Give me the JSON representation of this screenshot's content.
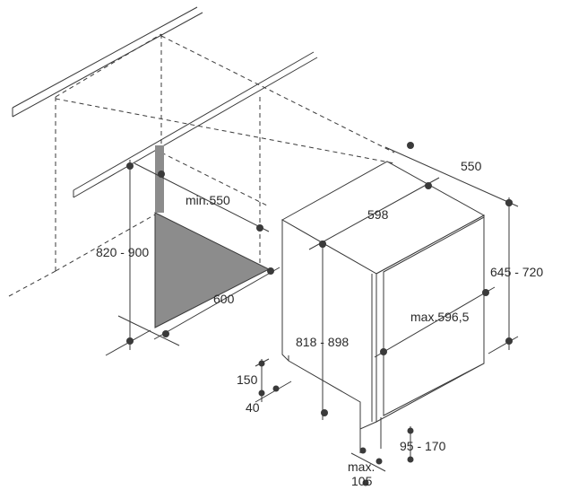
{
  "labels": {
    "min_550": "min.550",
    "range_820_900": "820 - 900",
    "dim_600": "600",
    "dim_550": "550",
    "dim_598": "598",
    "range_645_720": "645 - 720",
    "max_596_5": "max.596,5",
    "range_818_898": "818 - 898",
    "dim_150": "150",
    "dim_40": "40",
    "range_95_170": "95 - 170",
    "max_105_line1": "max.",
    "max_105_line2": "105"
  },
  "colors": {
    "line": "#3a3a3a",
    "niche_fill": "#8c8c8c",
    "text": "#2a2a2a"
  }
}
